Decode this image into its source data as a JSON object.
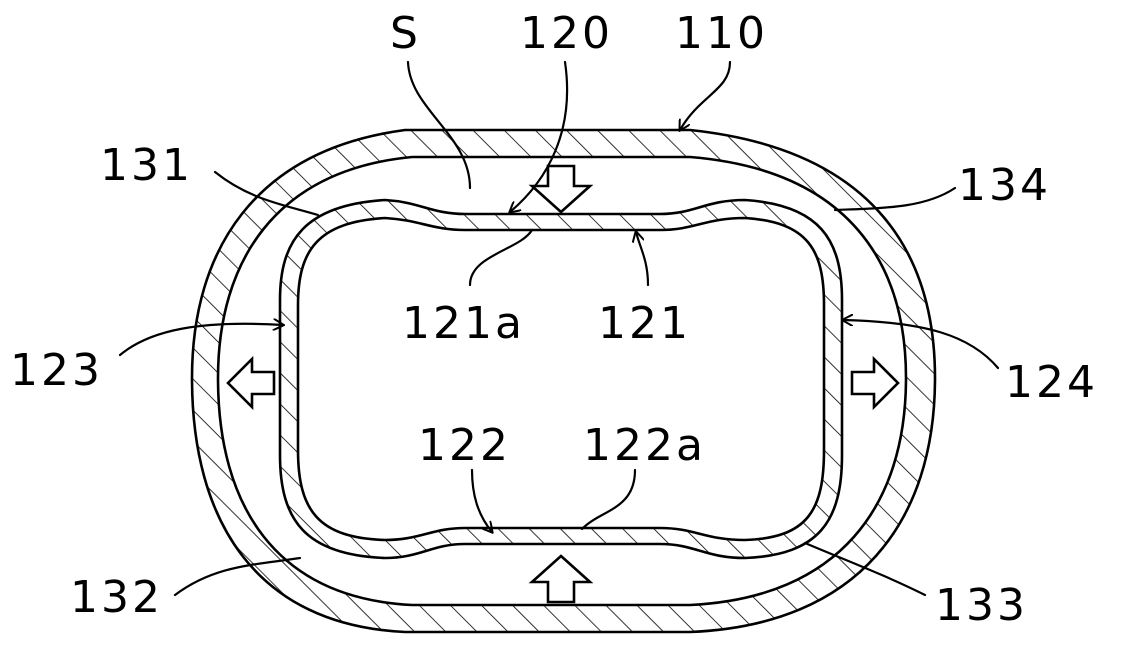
{
  "diagram": {
    "labels": {
      "s": "S",
      "n120": "120",
      "n110": "110",
      "n131": "131",
      "n134": "134",
      "n121a": "121a",
      "n121": "121",
      "n123": "123",
      "n124": "124",
      "n122": "122",
      "n122a": "122a",
      "n132": "132",
      "n133": "133"
    }
  }
}
